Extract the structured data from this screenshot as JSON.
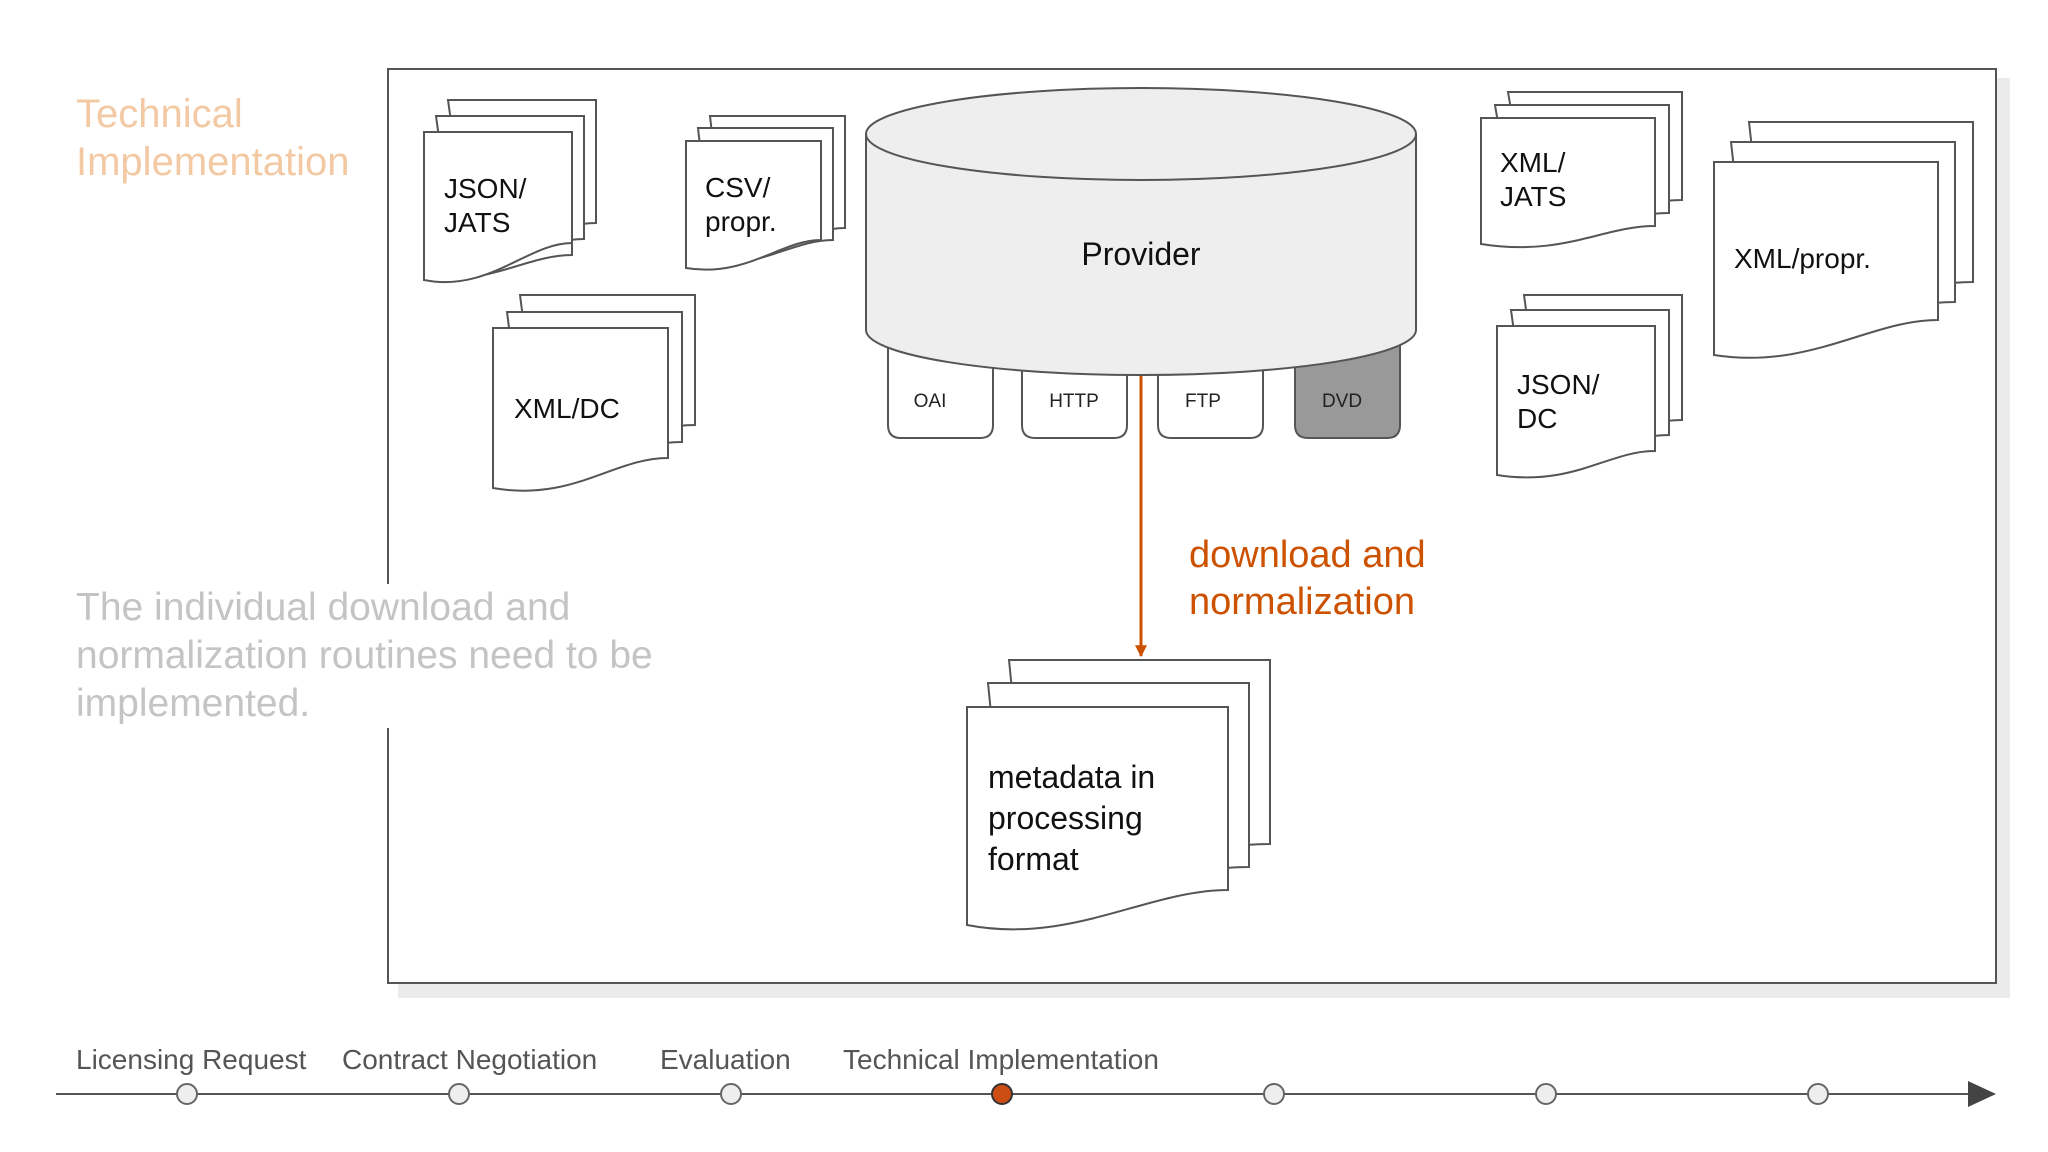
{
  "slide": {
    "title_line1": "Technical",
    "title_line2": "Implementation",
    "note": "The individual download and normalization routines need to be implemented."
  },
  "diagram": {
    "provider_label": "Provider",
    "access_methods": [
      "OAI",
      "HTTP",
      "FTP",
      "DVD"
    ],
    "source_docs": [
      {
        "line1": "JSON/",
        "line2": "JATS"
      },
      {
        "line1": "CSV/",
        "line2": "propr."
      },
      {
        "line1": "XML/DC",
        "line2": ""
      },
      {
        "line1": "XML/",
        "line2": "JATS"
      },
      {
        "line1": "JSON/",
        "line2": "DC"
      },
      {
        "line1": "XML/propr.",
        "line2": ""
      }
    ],
    "arrow_label_line1": "download and",
    "arrow_label_line2": "normalization",
    "output_doc": {
      "line1": "metadata in",
      "line2": "processing",
      "line3": "format"
    }
  },
  "timeline": {
    "steps": [
      "Licensing Request",
      "Contract Negotiation",
      "Evaluation",
      "Technical Implementation"
    ],
    "total_nodes": 7,
    "active_step": 4
  },
  "colors": {
    "accent": "#cc5200",
    "active_node": "#cc4e14",
    "title": "#f3c9a4",
    "note": "#c4c4c4",
    "dvd_fill": "#999999"
  }
}
